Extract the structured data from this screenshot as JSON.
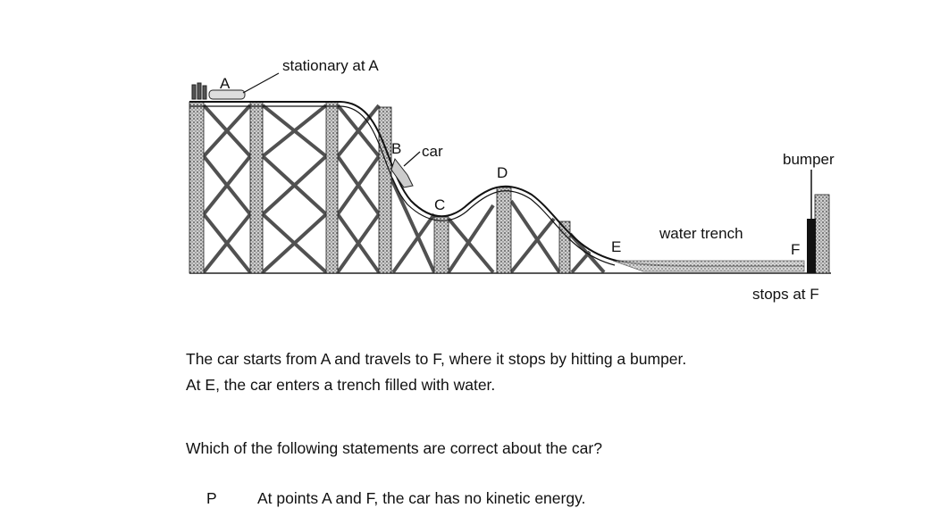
{
  "diagram": {
    "labels": {
      "stationary": "stationary at A",
      "A": "A",
      "B": "B",
      "car": "car",
      "C": "C",
      "D": "D",
      "E": "E",
      "water_trench": "water trench",
      "F": "F",
      "bumper": "bumper",
      "stops": "stops at F"
    }
  },
  "text": {
    "line1": "The car starts from A and travels to F, where it stops by hitting a bumper.",
    "line2": "At E, the car enters a trench filled with water.",
    "question": "Which of the following statements are correct about the car?",
    "option_p_letter": "P",
    "option_p_text": "At points A and F, the car has no kinetic energy."
  }
}
